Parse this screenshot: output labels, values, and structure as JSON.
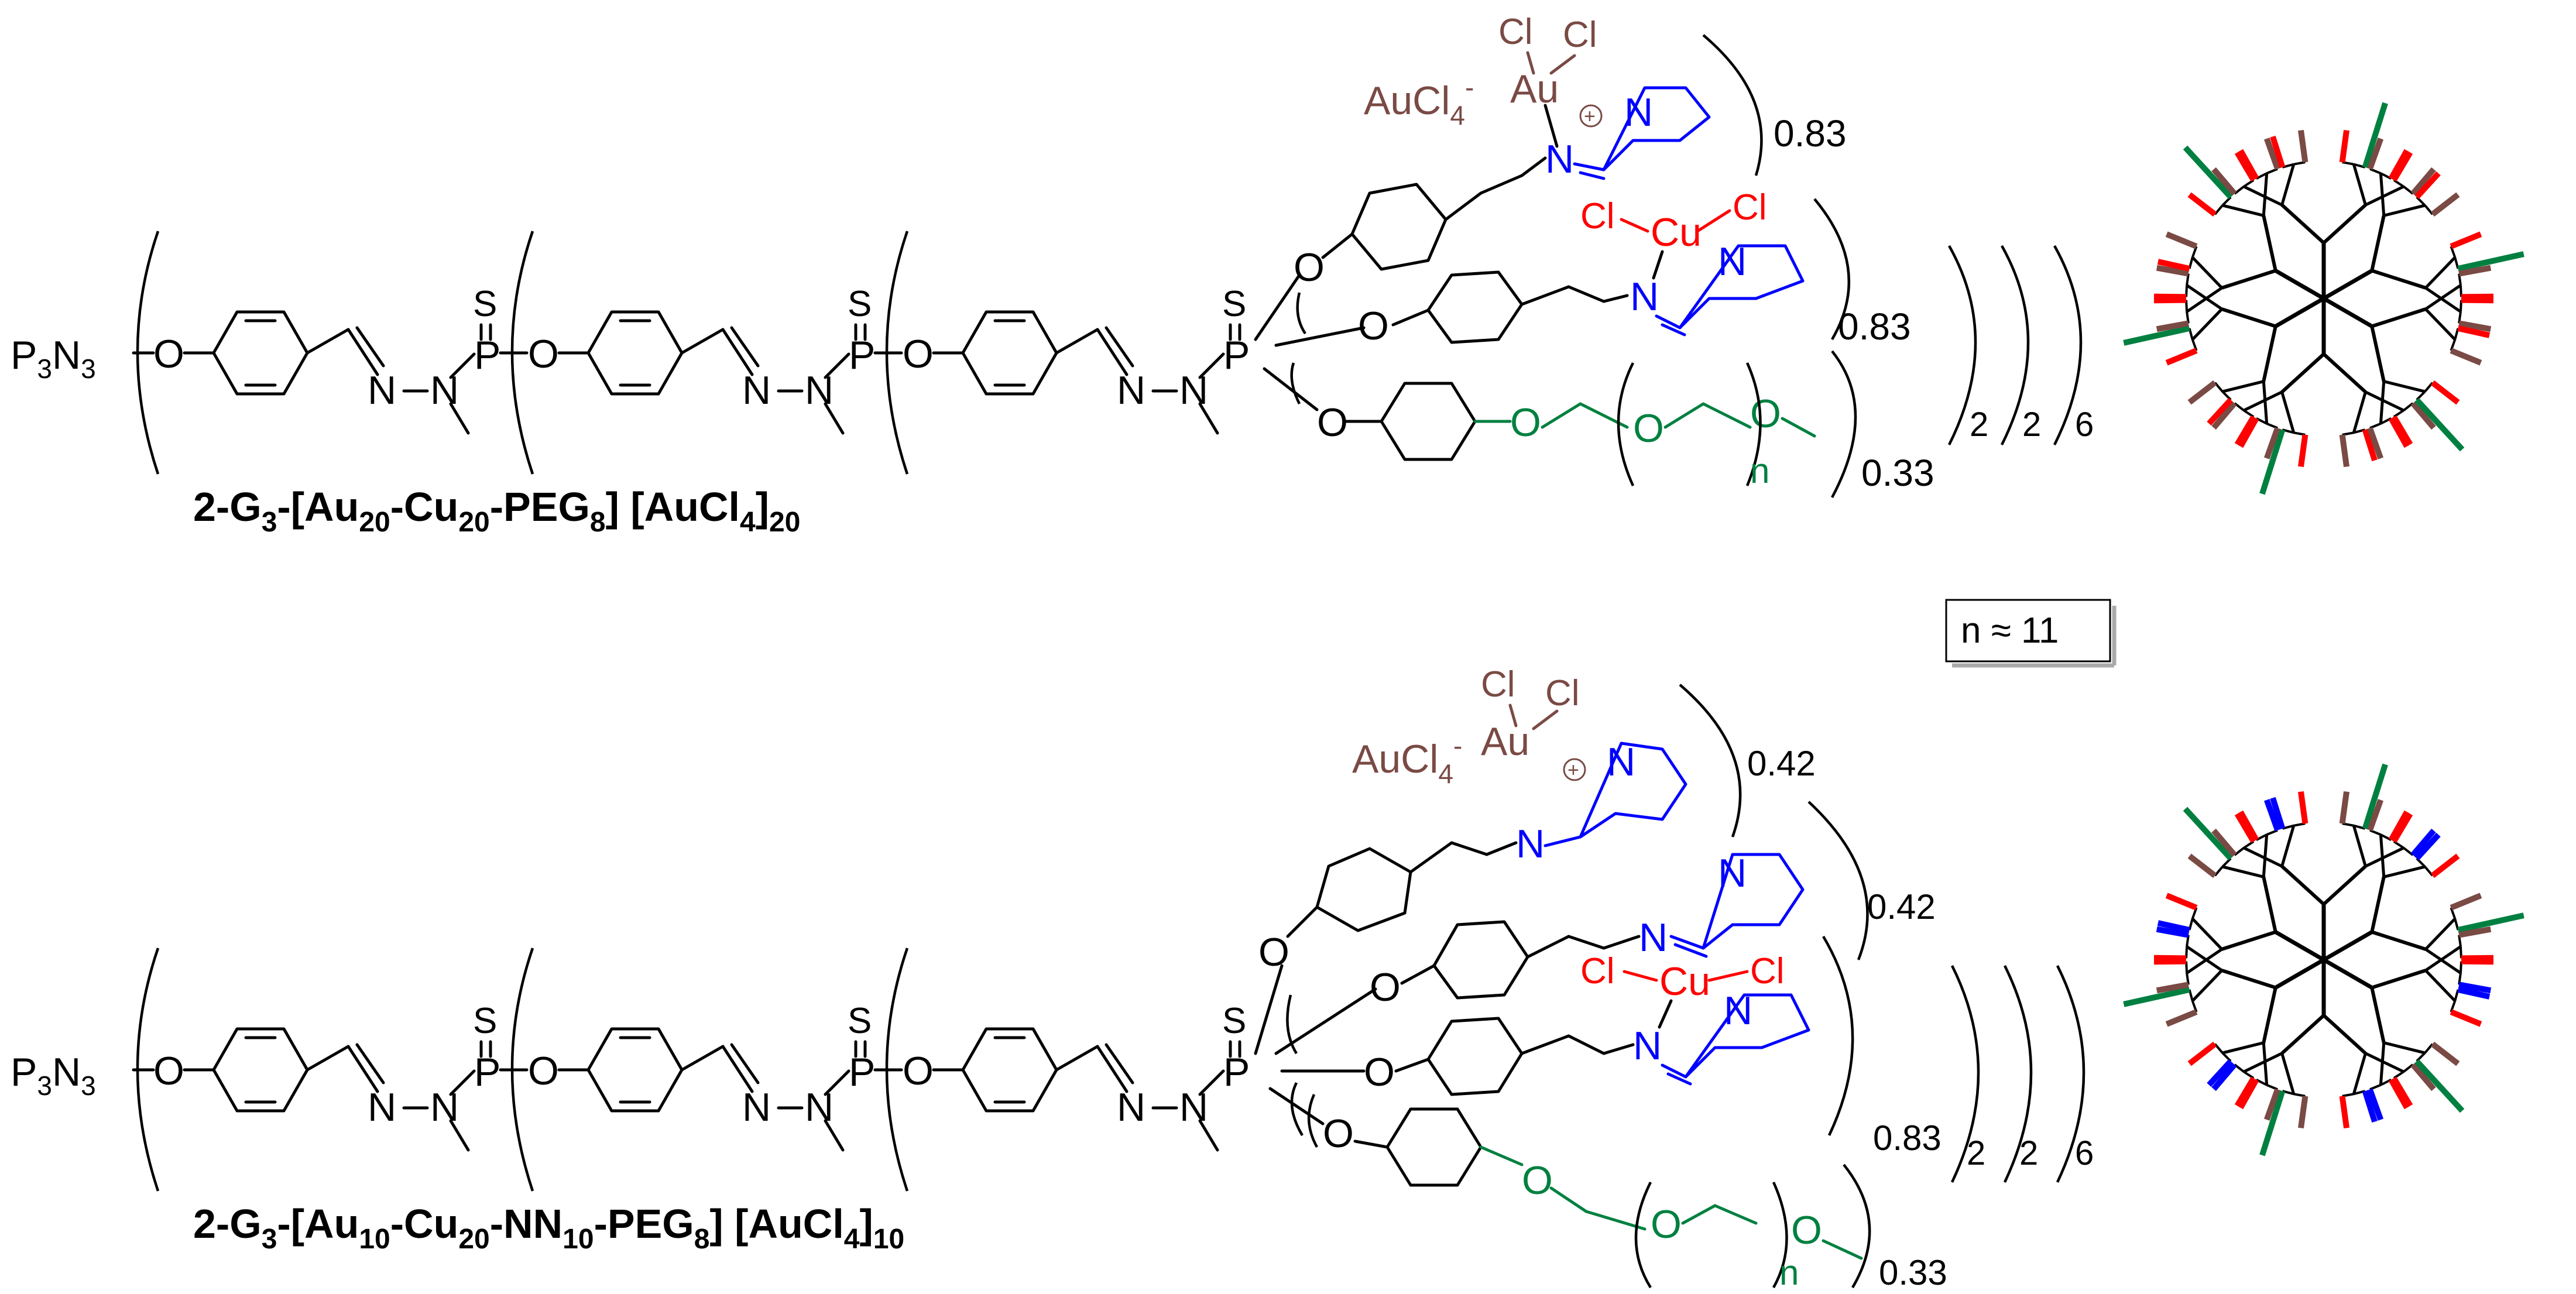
{
  "compound_top": {
    "name_parts": [
      "2-G",
      "3",
      "-[Au",
      "20",
      "-Cu",
      "20",
      "-PEG",
      "8",
      "] [AuCl",
      "4",
      "]",
      "20"
    ],
    "core": "P3N3",
    "stoich_au": "0.83",
    "stoich_cu": "0.83",
    "stoich_peg": "0.33",
    "gen_mult": [
      "2",
      "2",
      "6"
    ],
    "peg_n": "n"
  },
  "compound_bottom": {
    "name_parts": [
      "2-G",
      "3",
      "-[Au",
      "10",
      "-Cu",
      "20",
      "-NN",
      "10",
      "-PEG",
      "8",
      "] [AuCl",
      "4",
      "]",
      "10"
    ],
    "core": "P3N3",
    "stoich_au": "0.42",
    "stoich_nn": "0.42",
    "stoich_cu": "0.83",
    "stoich_peg": "0.33",
    "gen_mult": [
      "2",
      "2",
      "6"
    ],
    "peg_n": "n"
  },
  "atom_labels": {
    "O": "O",
    "N": "N",
    "P": "P",
    "S": "S",
    "Cl": "Cl",
    "Au": "Au",
    "Cu": "Cu",
    "AuCl4": "AuCl",
    "AuCl4_sub": "4",
    "AuCl4_sup": "-",
    "plus": "+"
  },
  "n_box": "n ≈ 11",
  "colors": {
    "gold_complex": "#7a4a44",
    "copper_complex": "#ff0000",
    "pyridine": "#0000ff",
    "peg": "#008040",
    "backbone": "#000000"
  },
  "legend_dendrimer_top": {
    "branch_ends": [
      "brown",
      "red",
      "green"
    ]
  },
  "legend_dendrimer_bottom": {
    "branch_ends": [
      "brown",
      "red",
      "blue",
      "green"
    ]
  }
}
